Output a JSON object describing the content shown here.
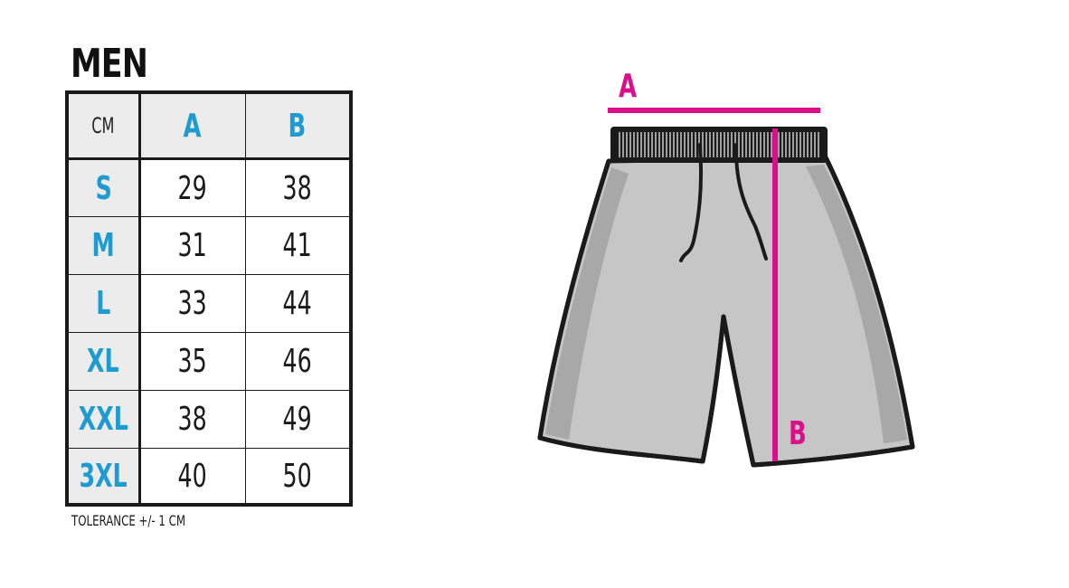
{
  "title": "MEN",
  "colors": {
    "accent_blue": "#1e9bd1",
    "dimension_magenta": "#dc0f8a",
    "garment_light": "#c6c6c6",
    "garment_shade": "#a8a8a8",
    "outline": "#1a1a1a",
    "header_bg": "#ececec"
  },
  "table": {
    "unit_label": "CM",
    "columns": [
      "A",
      "B"
    ],
    "rows": [
      {
        "size": "S",
        "a": "29",
        "b": "38"
      },
      {
        "size": "M",
        "a": "31",
        "b": "41"
      },
      {
        "size": "L",
        "a": "33",
        "b": "44"
      },
      {
        "size": "XL",
        "a": "35",
        "b": "46"
      },
      {
        "size": "XXL",
        "a": "38",
        "b": "49"
      },
      {
        "size": "3XL",
        "a": "40",
        "b": "50"
      }
    ]
  },
  "note": "TOLERANCE +/- 1 CM",
  "diagram": {
    "dimension_a_label": "A",
    "dimension_b_label": "B",
    "garment_icon": "shorts-icon"
  }
}
